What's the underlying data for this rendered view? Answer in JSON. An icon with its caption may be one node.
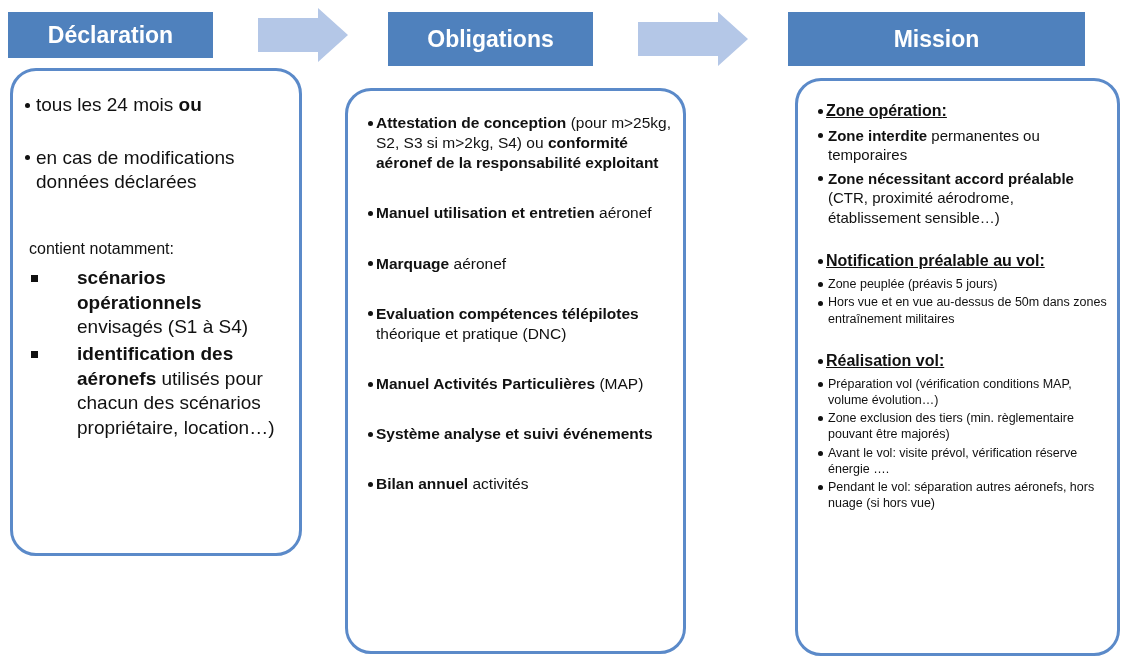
{
  "diagram": {
    "nodes": [
      {
        "text": [
          "Déclaration"
        ]
      },
      {
        "text": [
          "Obligations"
        ]
      },
      {
        "text": [
          "Mission"
        ]
      },
      {
        "text": [
          "tous les 24 mois **ou**",
          "en cas de modifications données déclarées",
          "contient notamment:",
          "**scénarios opérationnels** envisagés (S1 à S4)",
          "**identification des aéronefs** utilisés pour chacun des scénarios propriétaire, location…)"
        ]
      },
      {
        "text": [
          "**Attestation de conception** (pour m>25kg, S2, S3 si m>2kg, S4) ou **conformité aéronef de la responsabilité exploitant**",
          "**Manuel utilisation et entretien** aéronef",
          "**Marquage** aéronef",
          "**Evaluation compétences télépilotes** théorique et pratique (DNC)",
          "**Manuel Activités Particulières** (MAP)",
          "Système analyse et suivi événements",
          "**Bilan annuel** activités"
        ]
      },
      {
        "text": [
          "Zone opération:",
          "**Zone interdite** permanentes ou temporaires",
          "**Zone nécessitant accord préalable** (CTR, proximité aérodrome, établissement sensible…)",
          "Notification préalable au vol:",
          "Zone peuplée (préavis 5 jours)",
          "Hors vue et en vue au-dessus de 50m dans zones entraînement militaires",
          "Réalisation vol:",
          "Préparation vol (vérification conditions MAP, volume évolution…)",
          "Zone exclusion des tiers (min. règlementaire pouvant être majorés)",
          "Avant le vol: visite prévol, vérification réserve énergie ….",
          "Pendant le vol: séparation autres aéronefs, hors nuage (si hors vue)"
        ]
      }
    ],
    "edges": [
      {
        "from": 0,
        "to": 1,
        "arrow": "to"
      },
      {
        "from": 1,
        "to": 2,
        "arrow": "to"
      }
    ]
  }
}
